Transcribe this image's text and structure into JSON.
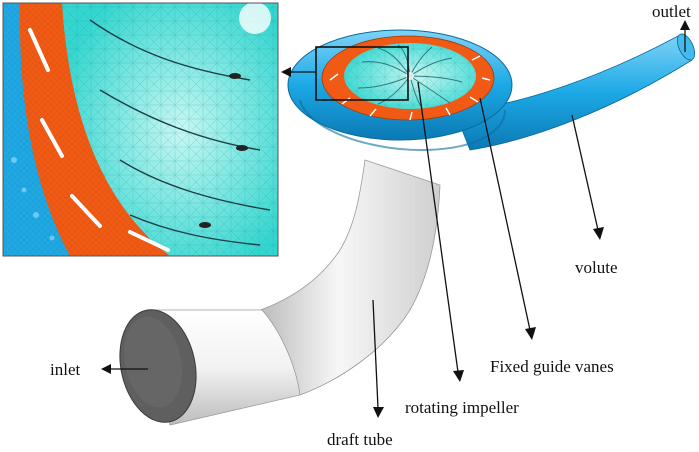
{
  "labels": {
    "outlet": "outlet",
    "volute": "volute",
    "fixed_guide_vanes": "Fixed guide vanes",
    "rotating_impeller": "rotating impeller",
    "draft_tube": "draft tube",
    "inlet": "inlet"
  },
  "colors": {
    "volute": "#1ca9e6",
    "guide_vanes_ring": "#f05a14",
    "impeller_mesh": "#34d6d0",
    "draft_tube": "#e6e6e6",
    "inlet_face": "#5f5f5f"
  }
}
